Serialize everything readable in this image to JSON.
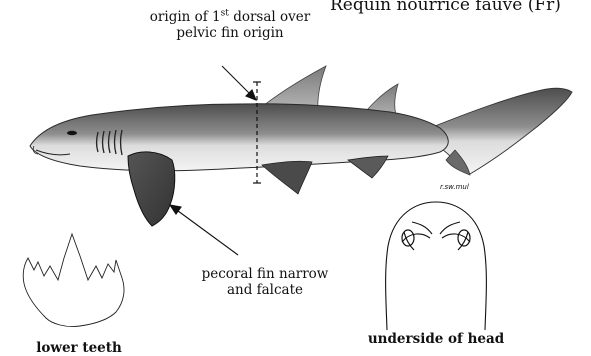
{
  "header": {
    "text": "Requin nourrice fauve (Fr)"
  },
  "annotations": {
    "dorsal_line1_a": "origin of 1",
    "dorsal_line1_sup": "st",
    "dorsal_line1_b": " dorsal over",
    "dorsal_line2": "pelvic fin origin",
    "pectoral_line1": "pecoral fin narrow",
    "pectoral_line2": "and falcate",
    "head_caption": "underside of head",
    "tooth_caption": "lower teeth"
  },
  "artist_signature": "r.sw.mul",
  "colors": {
    "ink": "#111111",
    "body_dark": "#5a5a5a",
    "body_mid": "#9a9a9a",
    "belly": "#f2f2f2"
  }
}
